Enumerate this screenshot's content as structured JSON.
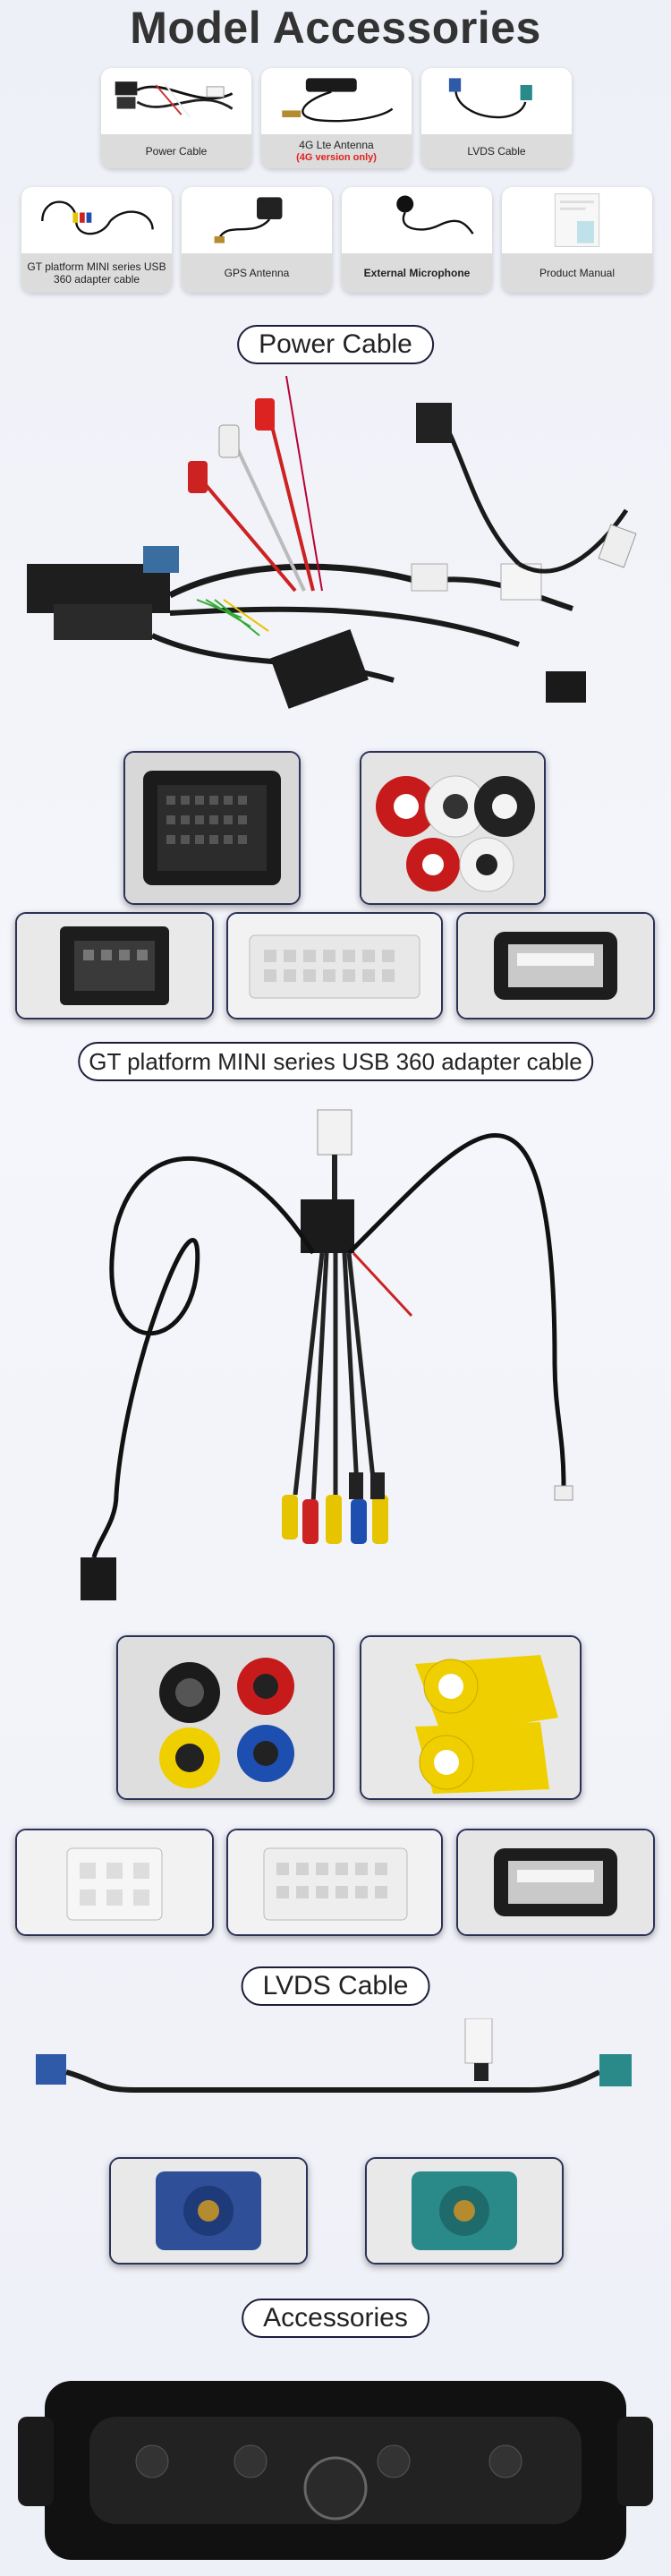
{
  "title": "Model Accessories",
  "accessories": [
    {
      "label": "Power Cable"
    },
    {
      "label": "4G Lte Antenna",
      "note": "(4G version only)"
    },
    {
      "label": "LVDS Cable"
    },
    {
      "label": "GT platform MINI series USB 360 adapter cable"
    },
    {
      "label": "GPS Antenna"
    },
    {
      "label": "External Microphone"
    },
    {
      "label": "Product Manual"
    }
  ],
  "sections": {
    "power_cable": "Power Cable",
    "usb360": "GT platform MINI series USB 360 adapter cable",
    "lvds": "LVDS Cable",
    "accessories": "Accessories"
  },
  "colors": {
    "accent_border": "#2b3159",
    "label_bg": "#dcdcdc",
    "note_red": "#e02020"
  }
}
